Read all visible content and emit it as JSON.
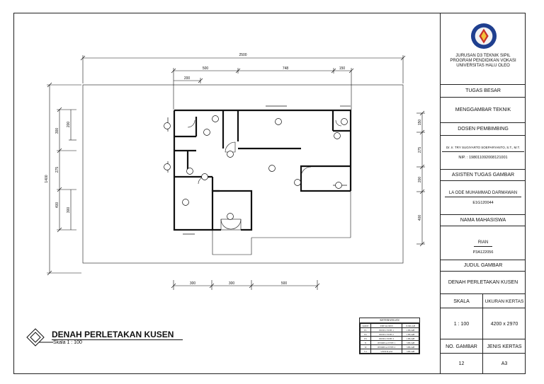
{
  "title_block": {
    "university": [
      "JURUSAN D3 TEKNIK SIPIL",
      "PROGRAM PENDIDIKAN VOKASI",
      "UNIVERSITAS HALU OLEO"
    ],
    "logo_text_top": "UNIVERSITAS",
    "logo_text_bottom": "HALU OLEO",
    "assignment": "TUGAS BESAR",
    "course": "MENGGAMBAR TEKNIK",
    "lecturer_label": "DOSEN PEMBIMBING",
    "lecturer_name": "Dr. Ir. TRY SUGIYARTO SOEPARYANTO, S.T., M.T.",
    "lecturer_nip": "NIP. : 198011092008121001",
    "assistant_label": "ASISTEN TUGAS GAMBAR",
    "assistant_name": "LA ODE MUHAMMAD DARMAWAN",
    "assistant_id": "E1G120044",
    "student_label": "NAMA MAHASISWA",
    "student_name": "RIAN",
    "student_id": "P3A122056",
    "drawing_title_label": "JUDUL GAMBAR",
    "drawing_title": "DENAH PERLETAKAN KUSEN",
    "scale_label": "SKALA",
    "paper_label": "UKURAN KERTAS",
    "scale_value": "1 : 100",
    "paper_value": "4200 x 2970",
    "drawing_no_label": "NO. GAMBAR",
    "paper_type_label": "JENIS KERTAS",
    "drawing_no": "12",
    "paper_type": "A3"
  },
  "plan_title": "DENAH PERLETAKAN KUSEN",
  "plan_scale": "Skala 1 : 100",
  "dimensions": {
    "top_total": "2500",
    "top_1": "500",
    "top_2": "748",
    "top_3": "150",
    "top_sub": "200",
    "left_total": "1400",
    "left_1": "300",
    "left_1b": "200",
    "left_2": "275",
    "left_3": "400",
    "left_3b": "300",
    "right_1": "150",
    "right_2": "275",
    "right_3": "200",
    "right_4": "400",
    "bottom_1": "300",
    "bottom_2": "300",
    "bottom_3": "500"
  },
  "legend": {
    "header": "KETERANGAN",
    "columns": [
      "KODE",
      "TIPE KUSEN",
      "JUMLAH"
    ],
    "rows": [
      [
        "P1",
        "PINTU TYPE 1",
        "1 BUAH"
      ],
      [
        "P2",
        "PINTU TYPE 2",
        "1 BUAH"
      ],
      [
        "P3",
        "PINTU TYPE 3",
        "1 BUAH"
      ],
      [
        "J1",
        "JENDELA TYPE 1",
        "3 BUAH"
      ],
      [
        "J2",
        "JENDELA TYPE 2",
        "3 BUAH"
      ],
      [
        "V1",
        "VENTILASI",
        "3 BUAH"
      ]
    ]
  }
}
